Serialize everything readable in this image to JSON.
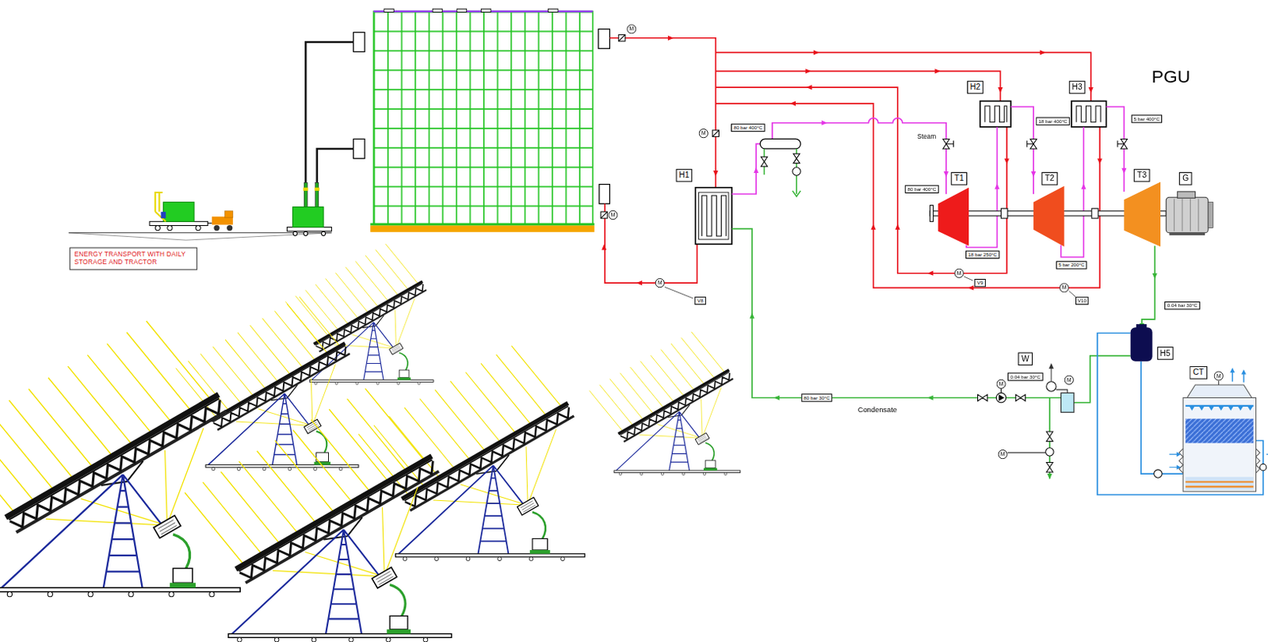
{
  "diagram": {
    "nodes": [
      {
        "text": [
          "ENERGY TRANSPORT WITH DAILY STORAGE AND TRACTOR"
        ]
      },
      {
        "text": [
          "M"
        ]
      },
      {
        "text": [
          "M"
        ]
      },
      {
        "text": [
          "M"
        ]
      },
      {
        "text": [
          "80 bar 400°C"
        ]
      },
      {
        "text": [
          "H1"
        ]
      },
      {
        "text": [
          "M"
        ]
      },
      {
        "text": [
          "V8"
        ]
      },
      {
        "text": [
          "H2"
        ]
      },
      {
        "text": [
          "H3"
        ]
      },
      {
        "text": [
          "18 bar 400°C"
        ]
      },
      {
        "text": [
          "5 bar 400°C"
        ]
      },
      {
        "text": [
          "T1"
        ]
      },
      {
        "text": [
          "T2"
        ]
      },
      {
        "text": [
          "T3"
        ]
      },
      {
        "text": [
          "G"
        ]
      },
      {
        "text": [
          "80 bar 400°C"
        ]
      },
      {
        "text": [
          "18 bar 250°C"
        ]
      },
      {
        "text": [
          "5 bar 200°C"
        ]
      },
      {
        "text": [
          "M"
        ]
      },
      {
        "text": [
          "V9"
        ]
      },
      {
        "text": [
          "M"
        ]
      },
      {
        "text": [
          "V10"
        ]
      },
      {
        "text": [
          "0.04 bar 30°C"
        ]
      },
      {
        "text": [
          "H5"
        ]
      },
      {
        "text": [
          "W"
        ]
      },
      {
        "text": [
          "0.04 bar 30°C"
        ]
      },
      {
        "text": [
          "M"
        ]
      },
      {
        "text": [
          "M"
        ]
      },
      {
        "text": [
          "80 bar 30°C"
        ]
      },
      {
        "text": [
          "CT"
        ]
      },
      {
        "text": [
          "M"
        ]
      },
      {
        "text": [
          "M"
        ]
      }
    ],
    "labels": [
      "PGU",
      "Steam",
      "Condensate"
    ]
  }
}
